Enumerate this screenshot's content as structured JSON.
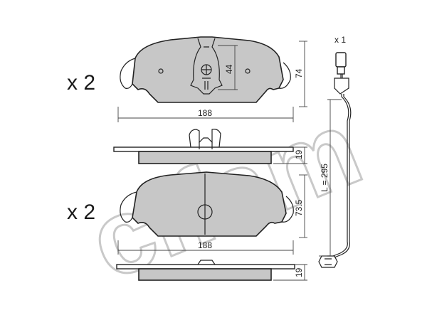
{
  "quantity_labels": {
    "pads_top": "x 2",
    "pads_bottom": "x 2",
    "sensor": "x 1"
  },
  "dimensions": {
    "top_width": "188",
    "top_height": "74",
    "top_feature": "44",
    "top_thickness": "19",
    "bottom_width": "188",
    "bottom_height": "73.5",
    "bottom_thickness": "19",
    "sensor_length": "L = 295"
  },
  "watermark": "cifam"
}
